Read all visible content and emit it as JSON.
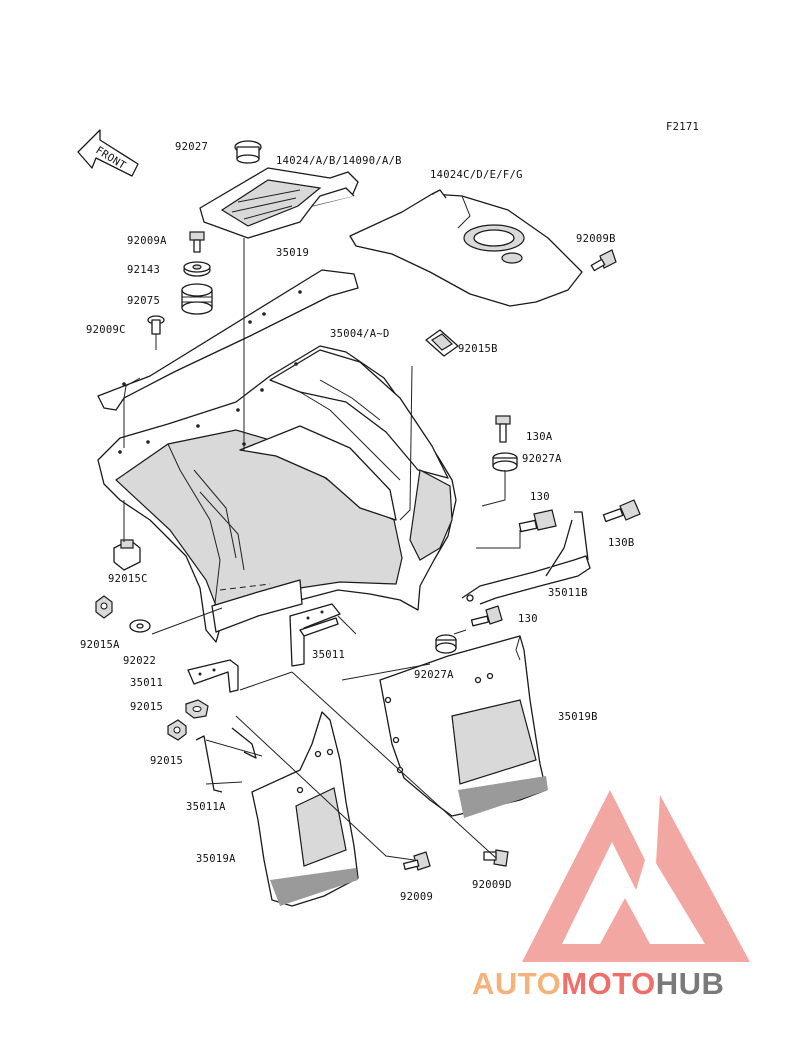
{
  "figure_code": "F2171",
  "front_label": "FRONT",
  "parts": [
    {
      "id": "p92027",
      "label": "92027"
    },
    {
      "id": "p14024",
      "label": "14024/A/B/14090/A/B"
    },
    {
      "id": "p14024c",
      "label": "14024C/D/E/F/G"
    },
    {
      "id": "p92009a",
      "label": "92009A"
    },
    {
      "id": "p35019",
      "label": "35019"
    },
    {
      "id": "p92009b",
      "label": "92009B"
    },
    {
      "id": "p92143",
      "label": "92143"
    },
    {
      "id": "p92075",
      "label": "92075"
    },
    {
      "id": "p92009c",
      "label": "92009C"
    },
    {
      "id": "p35004",
      "label": "35004/A~D"
    },
    {
      "id": "p92015b",
      "label": "92015B"
    },
    {
      "id": "p130a",
      "label": "130A"
    },
    {
      "id": "p92027a_top",
      "label": "92027A"
    },
    {
      "id": "p130",
      "label": "130"
    },
    {
      "id": "p130b",
      "label": "130B"
    },
    {
      "id": "p92015c",
      "label": "92015C"
    },
    {
      "id": "p35011b",
      "label": "35011B"
    },
    {
      "id": "p130_2",
      "label": "130"
    },
    {
      "id": "p92015a",
      "label": "92015A"
    },
    {
      "id": "p92022",
      "label": "92022"
    },
    {
      "id": "p35011",
      "label": "35011"
    },
    {
      "id": "p92027a",
      "label": "92027A"
    },
    {
      "id": "p35011_l",
      "label": "35011"
    },
    {
      "id": "p35019b",
      "label": "35019B"
    },
    {
      "id": "p92015",
      "label": "92015"
    },
    {
      "id": "p92015_2",
      "label": "92015"
    },
    {
      "id": "p35011a",
      "label": "35011A"
    },
    {
      "id": "p35019a",
      "label": "35019A"
    },
    {
      "id": "p92009",
      "label": "92009"
    },
    {
      "id": "p92009d",
      "label": "92009D"
    }
  ],
  "watermark": {
    "part1": "AUTO",
    "part2": "MOTO",
    "part3": "HUB",
    "color1": "#f5b27a",
    "color2": "#ef6f6a",
    "color3": "#7a7a7a"
  },
  "colors": {
    "line": "#1a1a1a",
    "logo_red": "#f08a84"
  }
}
